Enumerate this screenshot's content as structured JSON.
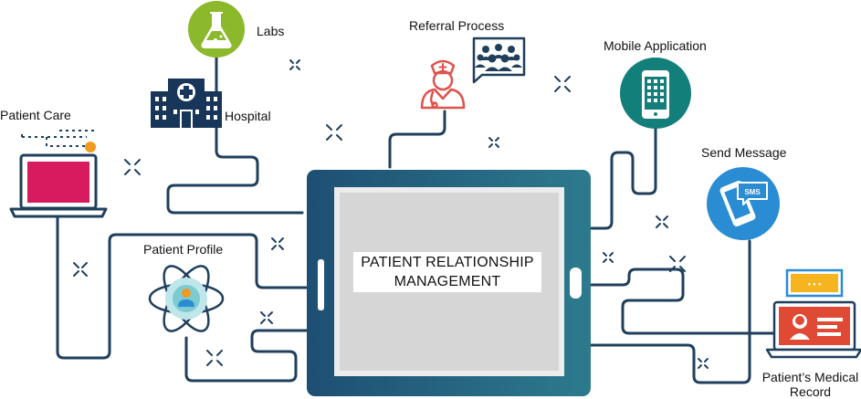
{
  "center": {
    "line1": "PATIENT RELATIONSHIP",
    "line2": "MANAGEMENT"
  },
  "nodes": {
    "labs": "Labs",
    "hospital": "Hospital",
    "patient_care": "Patient Care",
    "patient_profile": "Patient Profile",
    "referral": "Referral Process",
    "mobile": "Mobile Application",
    "send_message": "Send Message",
    "medical_record_line1": "Patient’s Medical",
    "medical_record_line2": "Record",
    "sms_text": "SMS",
    "chat_dots": "• • •"
  },
  "colors": {
    "connector": "#1f3f5c",
    "tablet_dark": "#1e4f73",
    "tablet_light": "#2d7a8d",
    "screen": "#d6d6d6",
    "labs_green": "#8cb82b",
    "mobile_teal": "#137f7a",
    "sms_blue": "#2a8cd3",
    "record_red": "#e04a35",
    "chat_yellow": "#f6b51e",
    "laptop_pink": "#d81b5f",
    "hospital_navy": "#18355a",
    "referral_red": "#e0524c",
    "profile_teal": "#7ccbd0",
    "accent_orange": "#f39a20"
  },
  "icons": [
    "flask-icon",
    "hospital-icon",
    "laptop-icon",
    "doctor-icon",
    "group-icon",
    "smartphone-icon",
    "sms-phone-icon",
    "atom-user-icon",
    "medical-record-icon"
  ]
}
